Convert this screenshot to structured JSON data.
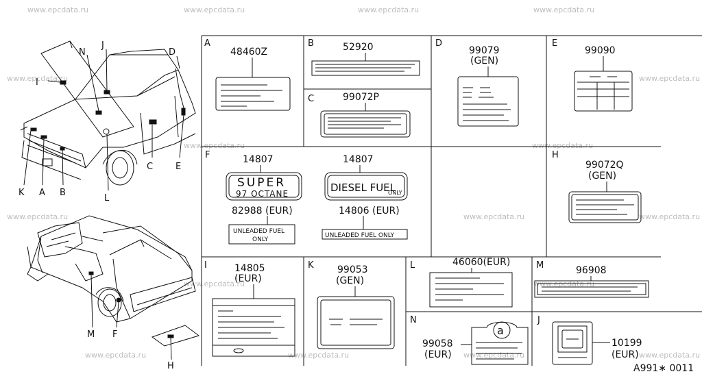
{
  "watermark": "www.epcdata.ru",
  "figure_code": "A991∗ 0011",
  "vehicle_callouts": [
    "N",
    "J",
    "D",
    "I",
    "C",
    "E",
    "K",
    "A",
    "B",
    "L",
    "M",
    "F",
    "H"
  ],
  "panels": {
    "A": {
      "letter": "A",
      "parts": [
        "48460Z"
      ]
    },
    "B": {
      "letter": "B",
      "parts": [
        "52920"
      ]
    },
    "C": {
      "letter": "C",
      "parts": [
        "99072P"
      ]
    },
    "D": {
      "letter": "D",
      "parts": [
        "99079",
        "(GEN)"
      ]
    },
    "E": {
      "letter": "E",
      "parts": [
        "99090"
      ]
    },
    "F": {
      "letter": "F",
      "parts": [
        "14807",
        "14807",
        "82988 (EUR)",
        "14806 (EUR)"
      ],
      "super_label": [
        "SUPER",
        "97 OCTANE"
      ],
      "diesel_label": [
        "DIESEL FUEL",
        "ONLY"
      ],
      "unleaded_label_1": [
        "UNLEADED FUEL",
        "ONLY"
      ],
      "unleaded_label_2": "UNLEADED FUEL ONLY"
    },
    "H": {
      "letter": "H",
      "parts": [
        "99072Q",
        "(GEN)"
      ]
    },
    "I": {
      "letter": "I",
      "parts": [
        "14805",
        "(EUR)"
      ]
    },
    "K": {
      "letter": "K",
      "parts": [
        "99053",
        "(GEN)"
      ]
    },
    "L": {
      "letter": "L",
      "parts": [
        "46060(EUR)"
      ]
    },
    "M": {
      "letter": "M",
      "parts": [
        "96908"
      ]
    },
    "N": {
      "letter": "N",
      "parts": [
        "99058",
        "(EUR)"
      ],
      "emblem": "a"
    },
    "J": {
      "letter": "J",
      "parts": [
        "10199",
        "(EUR)"
      ]
    }
  },
  "colors": {
    "line": "#111111",
    "watermark": "#bdbdbd"
  }
}
